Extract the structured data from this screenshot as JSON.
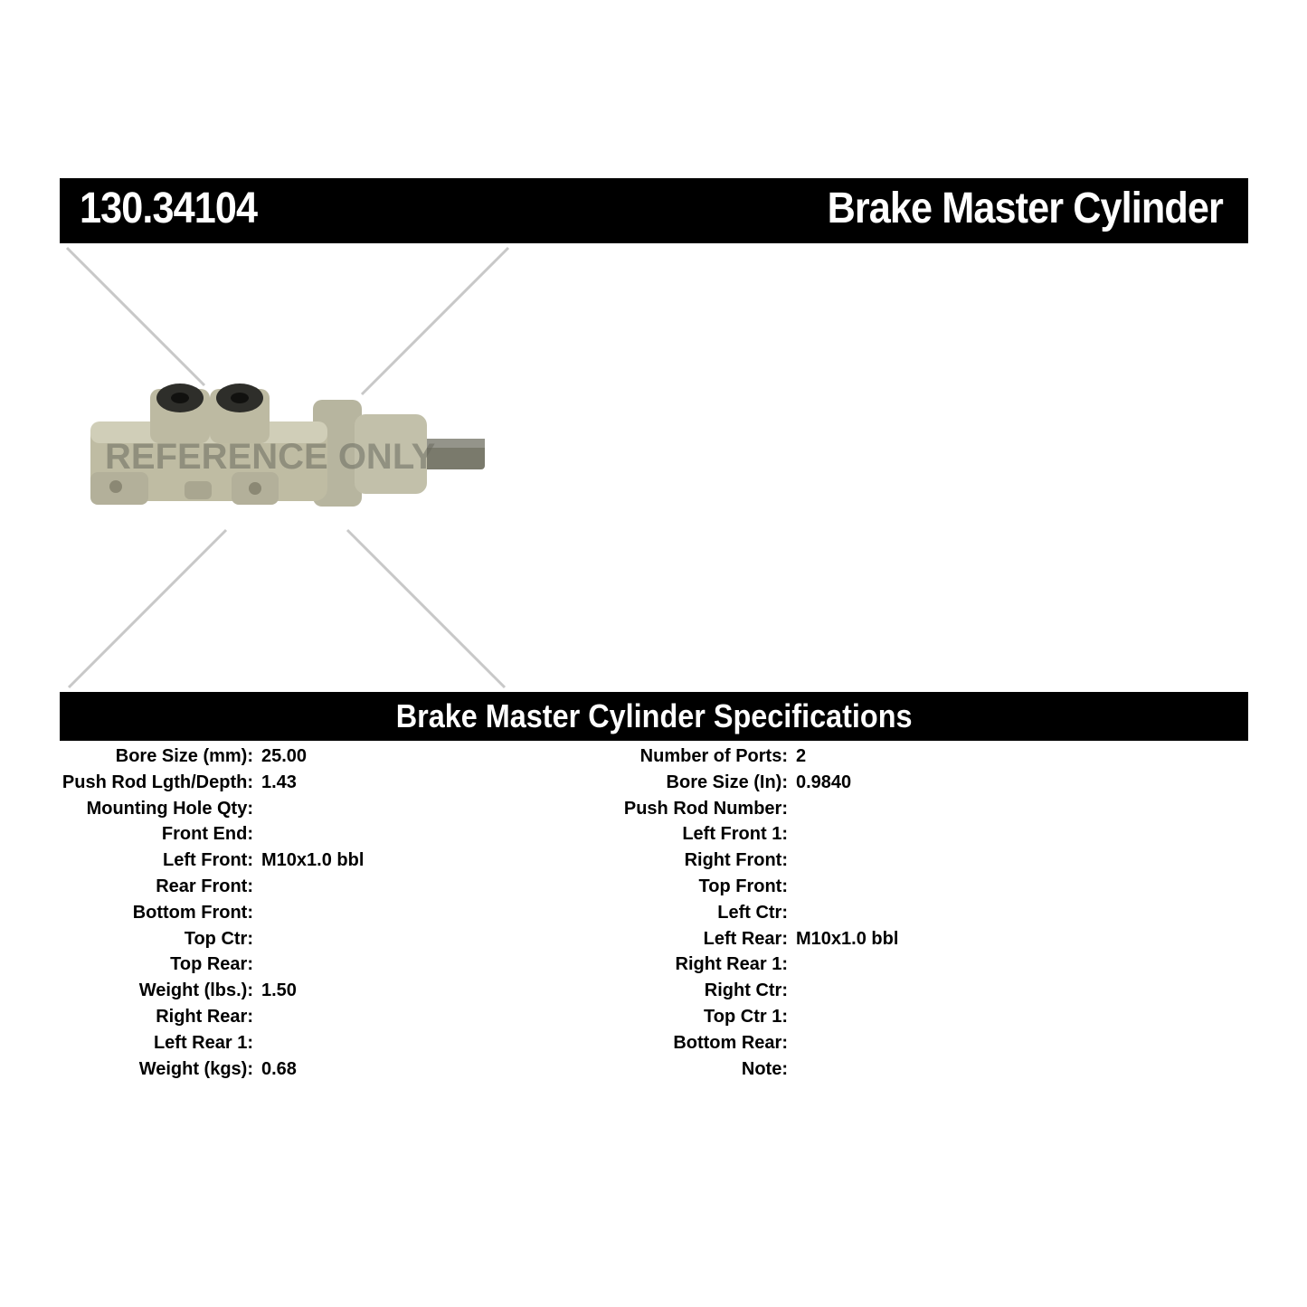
{
  "header": {
    "part_number": "130.34104",
    "product_name": "Brake Master Cylinder"
  },
  "image": {
    "watermark": "REFERENCE ONLY"
  },
  "specs": {
    "title": "Brake Master Cylinder Specifications",
    "left": [
      {
        "label": "Bore Size (mm):",
        "value": "25.00"
      },
      {
        "label": "Push Rod Lgth/Depth:",
        "value": "1.43"
      },
      {
        "label": "Mounting Hole Qty:",
        "value": ""
      },
      {
        "label": "Front End:",
        "value": ""
      },
      {
        "label": "Left Front:",
        "value": "M10x1.0 bbl"
      },
      {
        "label": "Rear Front:",
        "value": ""
      },
      {
        "label": "Bottom Front:",
        "value": ""
      },
      {
        "label": "Top Ctr:",
        "value": ""
      },
      {
        "label": "Top Rear:",
        "value": ""
      },
      {
        "label": "Weight (lbs.):",
        "value": "1.50"
      },
      {
        "label": "Right Rear:",
        "value": ""
      },
      {
        "label": "Left Rear 1:",
        "value": ""
      },
      {
        "label": "Weight (kgs):",
        "value": "0.68"
      }
    ],
    "right": [
      {
        "label": "Number of Ports:",
        "value": "2"
      },
      {
        "label": "Bore Size (In):",
        "value": "0.9840"
      },
      {
        "label": "Push Rod Number:",
        "value": ""
      },
      {
        "label": "Left Front 1:",
        "value": ""
      },
      {
        "label": "Right Front:",
        "value": ""
      },
      {
        "label": "Top Front:",
        "value": ""
      },
      {
        "label": "Left Ctr:",
        "value": ""
      },
      {
        "label": "Left Rear:",
        "value": "M10x1.0 bbl"
      },
      {
        "label": "Right Rear 1:",
        "value": ""
      },
      {
        "label": "Right Ctr:",
        "value": ""
      },
      {
        "label": "Top Ctr 1:",
        "value": ""
      },
      {
        "label": "Bottom Rear:",
        "value": ""
      },
      {
        "label": "Note:",
        "value": ""
      }
    ]
  }
}
